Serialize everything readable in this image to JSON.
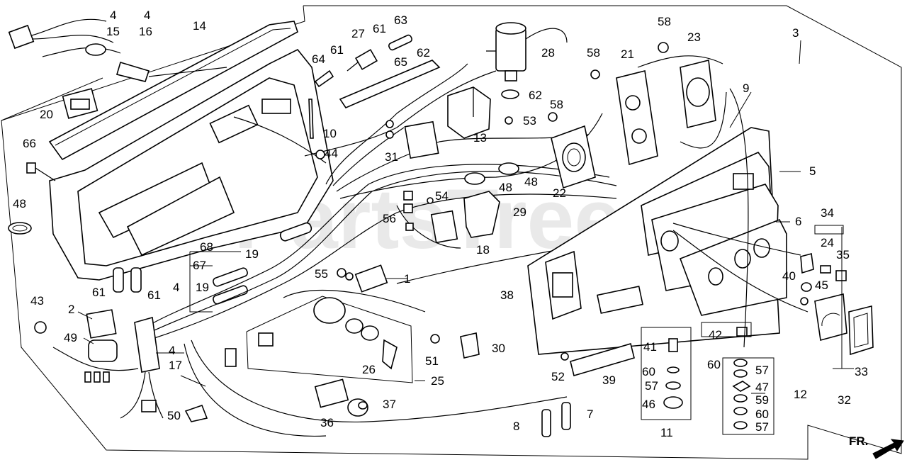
{
  "diagram": {
    "watermark": "PartsTree",
    "front_indicator": "FR.",
    "callouts": [
      {
        "id": "c-1",
        "text": "1"
      },
      {
        "id": "c-2",
        "text": "2"
      },
      {
        "id": "c-3",
        "text": "3"
      },
      {
        "id": "c-4a",
        "text": "4"
      },
      {
        "id": "c-4b",
        "text": "4"
      },
      {
        "id": "c-4c",
        "text": "4"
      },
      {
        "id": "c-4d",
        "text": "4"
      },
      {
        "id": "c-5",
        "text": "5"
      },
      {
        "id": "c-6",
        "text": "6"
      },
      {
        "id": "c-7",
        "text": "7"
      },
      {
        "id": "c-8",
        "text": "8"
      },
      {
        "id": "c-9",
        "text": "9"
      },
      {
        "id": "c-10",
        "text": "10"
      },
      {
        "id": "c-11",
        "text": "11"
      },
      {
        "id": "c-12",
        "text": "12"
      },
      {
        "id": "c-13",
        "text": "13"
      },
      {
        "id": "c-14",
        "text": "14"
      },
      {
        "id": "c-15",
        "text": "15"
      },
      {
        "id": "c-16",
        "text": "16"
      },
      {
        "id": "c-17",
        "text": "17"
      },
      {
        "id": "c-18",
        "text": "18"
      },
      {
        "id": "c-19a",
        "text": "19"
      },
      {
        "id": "c-19b",
        "text": "19"
      },
      {
        "id": "c-20",
        "text": "20"
      },
      {
        "id": "c-21",
        "text": "21"
      },
      {
        "id": "c-22",
        "text": "22"
      },
      {
        "id": "c-23",
        "text": "23"
      },
      {
        "id": "c-24",
        "text": "24"
      },
      {
        "id": "c-25",
        "text": "25"
      },
      {
        "id": "c-26",
        "text": "26"
      },
      {
        "id": "c-27",
        "text": "27"
      },
      {
        "id": "c-28",
        "text": "28"
      },
      {
        "id": "c-29",
        "text": "29"
      },
      {
        "id": "c-30",
        "text": "30"
      },
      {
        "id": "c-31",
        "text": "31"
      },
      {
        "id": "c-32",
        "text": "32"
      },
      {
        "id": "c-33",
        "text": "33"
      },
      {
        "id": "c-34",
        "text": "34"
      },
      {
        "id": "c-35",
        "text": "35"
      },
      {
        "id": "c-36",
        "text": "36"
      },
      {
        "id": "c-37",
        "text": "37"
      },
      {
        "id": "c-38",
        "text": "38"
      },
      {
        "id": "c-39",
        "text": "39"
      },
      {
        "id": "c-40",
        "text": "40"
      },
      {
        "id": "c-41",
        "text": "41"
      },
      {
        "id": "c-42",
        "text": "42"
      },
      {
        "id": "c-43",
        "text": "43"
      },
      {
        "id": "c-44",
        "text": "44"
      },
      {
        "id": "c-45",
        "text": "45"
      },
      {
        "id": "c-46",
        "text": "46"
      },
      {
        "id": "c-47",
        "text": "47"
      },
      {
        "id": "c-48a",
        "text": "48"
      },
      {
        "id": "c-48b",
        "text": "48"
      },
      {
        "id": "c-48c",
        "text": "48"
      },
      {
        "id": "c-49",
        "text": "49"
      },
      {
        "id": "c-50",
        "text": "50"
      },
      {
        "id": "c-51",
        "text": "51"
      },
      {
        "id": "c-52",
        "text": "52"
      },
      {
        "id": "c-53",
        "text": "53"
      },
      {
        "id": "c-54",
        "text": "54"
      },
      {
        "id": "c-55",
        "text": "55"
      },
      {
        "id": "c-56",
        "text": "56"
      },
      {
        "id": "c-57a",
        "text": "57"
      },
      {
        "id": "c-57b",
        "text": "57"
      },
      {
        "id": "c-57c",
        "text": "57"
      },
      {
        "id": "c-58a",
        "text": "58"
      },
      {
        "id": "c-58b",
        "text": "58"
      },
      {
        "id": "c-58c",
        "text": "58"
      },
      {
        "id": "c-59",
        "text": "59"
      },
      {
        "id": "c-60a",
        "text": "60"
      },
      {
        "id": "c-60b",
        "text": "60"
      },
      {
        "id": "c-60c",
        "text": "60"
      },
      {
        "id": "c-61a",
        "text": "61"
      },
      {
        "id": "c-61b",
        "text": "61"
      },
      {
        "id": "c-61c",
        "text": "61"
      },
      {
        "id": "c-61d",
        "text": "61"
      },
      {
        "id": "c-62a",
        "text": "62"
      },
      {
        "id": "c-62b",
        "text": "62"
      },
      {
        "id": "c-63",
        "text": "63"
      },
      {
        "id": "c-64",
        "text": "64"
      },
      {
        "id": "c-65",
        "text": "65"
      },
      {
        "id": "c-66",
        "text": "66"
      },
      {
        "id": "c-67",
        "text": "67"
      },
      {
        "id": "c-68",
        "text": "68"
      }
    ]
  }
}
